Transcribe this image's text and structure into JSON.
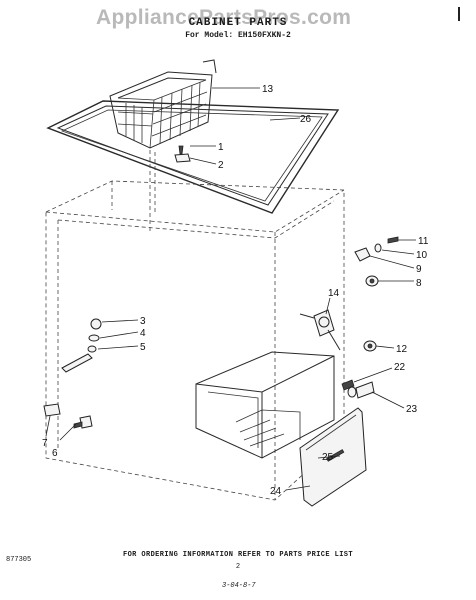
{
  "watermark": "AppliancePartsPros.com",
  "header": {
    "title": "CABINET PARTS",
    "model_line": "For Model: EH150FXKN-2"
  },
  "callouts": [
    "13",
    "26",
    "1",
    "2",
    "11",
    "10",
    "9",
    "8",
    "14",
    "3",
    "4",
    "5",
    "12",
    "22",
    "23",
    "7",
    "6",
    "25",
    "24"
  ],
  "footer": {
    "doc_number": "877305",
    "ordering_note": "FOR ORDERING INFORMATION REFER TO PARTS PRICE LIST",
    "page_number": "2",
    "stamp": "3-04-8-7"
  }
}
